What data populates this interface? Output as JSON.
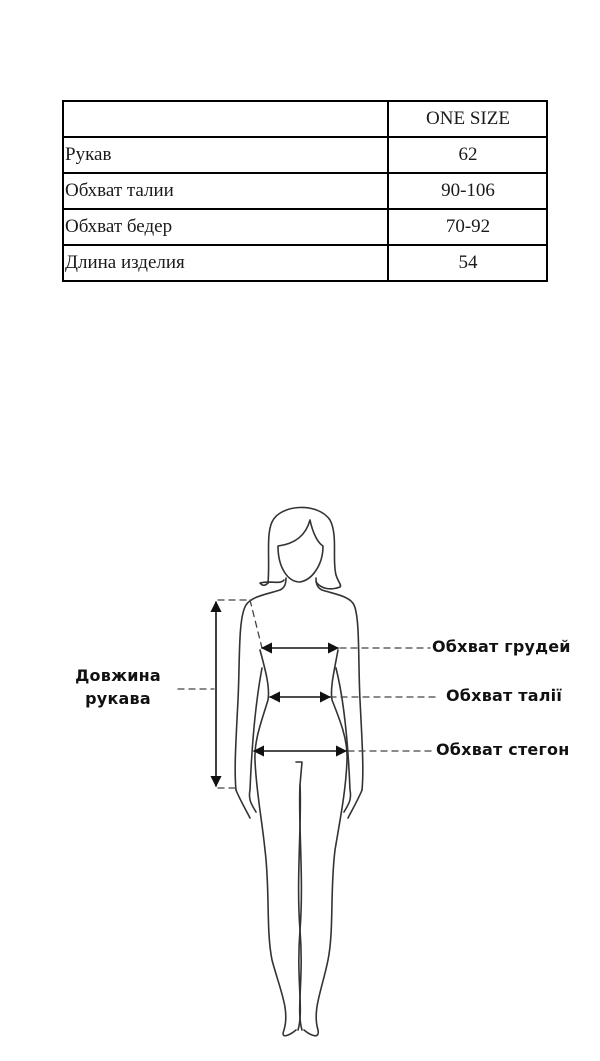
{
  "size_table": {
    "header": {
      "label": "",
      "size": "ONE SIZE"
    },
    "rows": [
      {
        "label": "Рукав",
        "value": "62"
      },
      {
        "label": "Обхват талии",
        "value": "90-106"
      },
      {
        "label": "Обхват бедер",
        "value": "70-92"
      },
      {
        "label": "Длина изделия",
        "value": "54"
      }
    ]
  },
  "diagram": {
    "sleeve_length_line1": "Довжина",
    "sleeve_length_line2": "рукава",
    "chest": "Обхват грудей",
    "waist": "Обхват талії",
    "hips": "Обхват стегон"
  }
}
